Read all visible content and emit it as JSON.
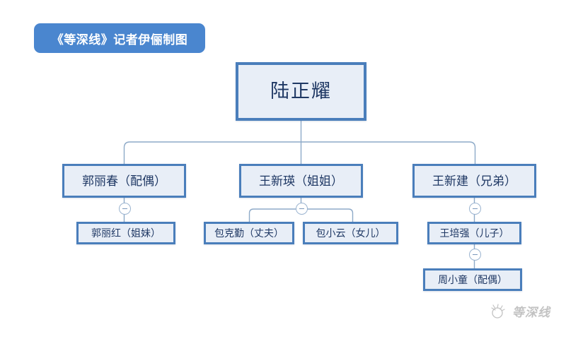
{
  "header": {
    "badge_text": "《等深线》记者伊俪制图"
  },
  "chart": {
    "root": {
      "id": "luzhengyao",
      "label": "陆正耀"
    },
    "level2": [
      {
        "id": "guolichun",
        "label": "郭丽春（配偶）"
      },
      {
        "id": "wangxinying",
        "label": "王新瑛（姐姐）"
      },
      {
        "id": "wangxinjian",
        "label": "王新建（兄弟）"
      }
    ],
    "level3": [
      {
        "id": "guolihong",
        "label": "郭丽红（姐妹）"
      },
      {
        "id": "baokeqin",
        "label": "包克勤（丈夫）"
      },
      {
        "id": "baoxiaoyun",
        "label": "包小云（女儿）"
      },
      {
        "id": "wangpeiqiang",
        "label": "王培强（儿子）"
      }
    ],
    "level4": [
      {
        "id": "zhouxiaotong",
        "label": "周小童（配偶）"
      }
    ],
    "toggles": [
      {
        "id": "toggle-guolichun",
        "state": "expanded",
        "glyph": "minus"
      },
      {
        "id": "toggle-wangxinying",
        "state": "expanded",
        "glyph": "minus"
      },
      {
        "id": "toggle-wangxinjian",
        "state": "expanded",
        "glyph": "minus"
      },
      {
        "id": "toggle-wangpeiqiang",
        "state": "expanded",
        "glyph": "minus"
      }
    ]
  },
  "watermark": {
    "text": "等深线",
    "mark": "cloud-logo-icon"
  },
  "colors": {
    "badge_background": "#4a86cf",
    "badge_text": "#ffffff",
    "node_fill": "#e8eef7",
    "node_border": "#4a7ebb",
    "node_text": "#1f3864",
    "connector": "#8eaac8",
    "page_background": "#ffffff"
  }
}
